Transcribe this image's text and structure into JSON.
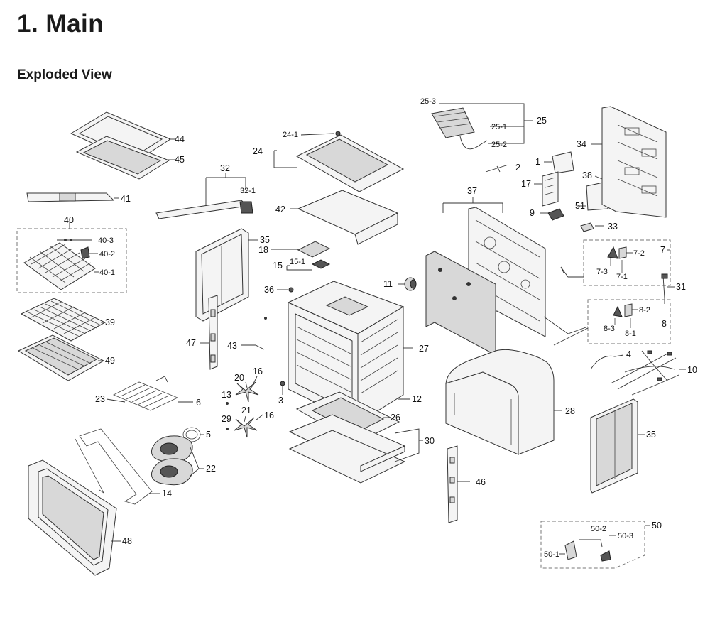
{
  "section_title": "1.  Main",
  "subtitle": "Exploded View",
  "callouts": {
    "c1": "1",
    "c2": "2",
    "c3": "3",
    "c4": "4",
    "c5": "5",
    "c6": "6",
    "c7": "7",
    "c7_1": "7-1",
    "c7_2": "7-2",
    "c7_3": "7-3",
    "c8": "8",
    "c8_1": "8-1",
    "c8_2": "8-2",
    "c8_3": "8-3",
    "c9": "9",
    "c10": "10",
    "c11": "11",
    "c12": "12",
    "c13": "13",
    "c14": "14",
    "c15": "15",
    "c15_1": "15-1",
    "c16a": "16",
    "c16b": "16",
    "c17": "17",
    "c18": "18",
    "c20": "20",
    "c21": "21",
    "c22": "22",
    "c23": "23",
    "c24": "24",
    "c24_1": "24-1",
    "c25": "25",
    "c25_1": "25-1",
    "c25_2": "25-2",
    "c25_3": "25-3",
    "c26": "26",
    "c27": "27",
    "c28": "28",
    "c29": "29",
    "c30": "30",
    "c31": "31",
    "c32": "32",
    "c32_1": "32-1",
    "c33": "33",
    "c34": "34",
    "c35a": "35",
    "c35b": "35",
    "c36": "36",
    "c37": "37",
    "c38": "38",
    "c39": "39",
    "c40": "40",
    "c40_1": "40-1",
    "c40_2": "40-2",
    "c40_3": "40-3",
    "c41": "41",
    "c42": "42",
    "c43": "43",
    "c44": "44",
    "c45": "45",
    "c46": "46",
    "c47": "47",
    "c48": "48",
    "c49": "49",
    "c50": "50",
    "c50_1": "50-1",
    "c50_2": "50-2",
    "c50_3": "50-3",
    "c51": "51"
  }
}
